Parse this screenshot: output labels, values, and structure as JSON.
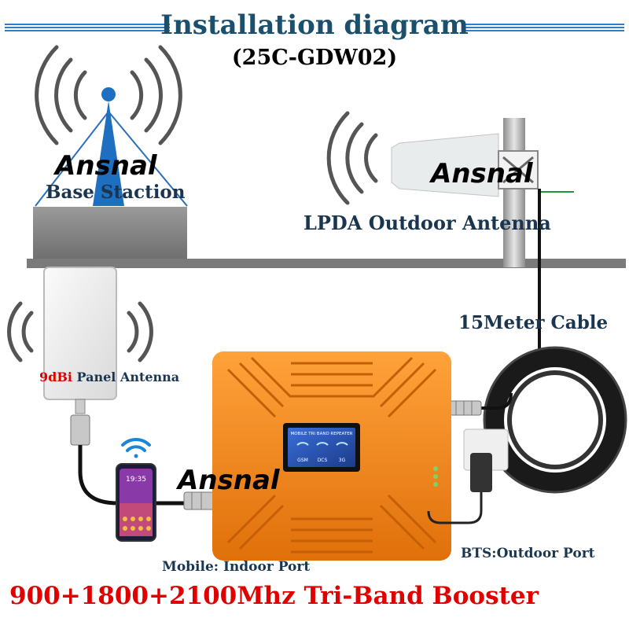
{
  "title": "Installation diagram",
  "model": "(25C-GDW02)",
  "labels": {
    "base_station": "Base Staction",
    "lpda_antenna": "LPDA Outdoor Antenna",
    "cable": "15Meter Cable",
    "panel_gain": "9dBi",
    "panel_antenna": " Panel Antenna",
    "indoor_port": "Mobile: Indoor Port",
    "outdoor_port": "BTS:Outdoor Port",
    "booster": "900+1800+2100Mhz Tri-Band Booster"
  },
  "device_screen": {
    "header": "MOBILE TRI BAND REPEATER",
    "bands": [
      "GSM",
      "DCS",
      "3G"
    ]
  },
  "phone_time": "19:35",
  "watermark": "Ansnal",
  "colors": {
    "title": "#1a4f6e",
    "booster": "#f08a1c",
    "accent_red": "#e00000",
    "bar": "#2a7fc8"
  }
}
